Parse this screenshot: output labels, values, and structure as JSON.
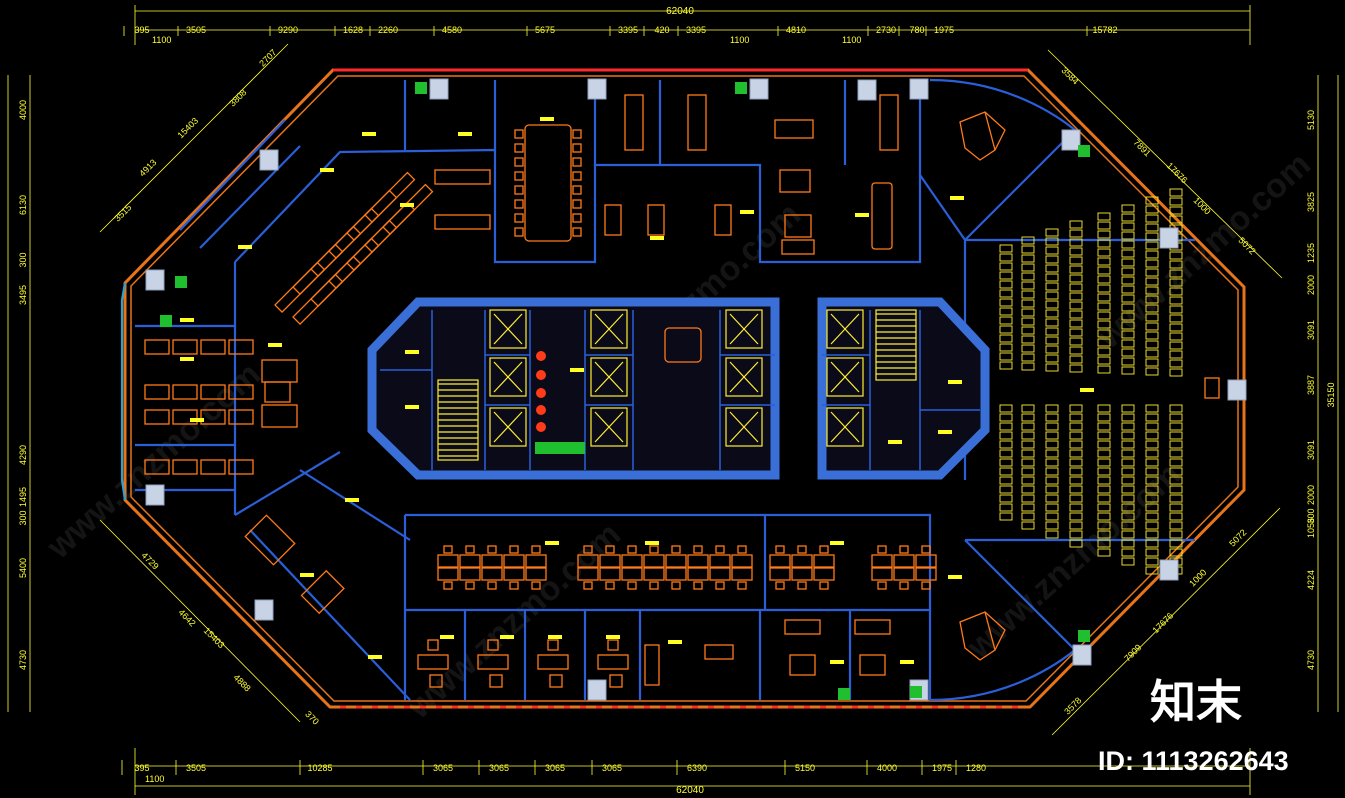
{
  "overall_dimension": "62040",
  "top_dimensions": [
    "395",
    "3505",
    "9290",
    "1628",
    "2260",
    "4580",
    "5675",
    "3395",
    "420",
    "3395",
    "4810",
    "2730",
    "780",
    "1975",
    "15782"
  ],
  "top_sub_dimensions": [
    "1100",
    "1100",
    "1100"
  ],
  "bottom_dimensions": [
    "395",
    "3505",
    "10285",
    "3065",
    "3065",
    "3065",
    "3065",
    "6390",
    "5150",
    "4000",
    "1975",
    "1280"
  ],
  "bottom_sub_dimensions": [
    "1100"
  ],
  "left_dimensions": [
    "4000",
    "6130",
    "300",
    "3495",
    "4290",
    "1495",
    "300",
    "5400",
    "4730"
  ],
  "right_dimensions": [
    "5130",
    "3825",
    "1235",
    "2000",
    "3091",
    "3887",
    "3091",
    "2000",
    "300",
    "1056",
    "4224",
    "4730"
  ],
  "right_total": "35150",
  "left_diagonal_upper": [
    "2707",
    "3808",
    "15403",
    "4913",
    "3515"
  ],
  "left_diagonal_lower": [
    "4729",
    "4642",
    "15403",
    "4888",
    "370"
  ],
  "right_diagonal_upper": [
    "3584",
    "7891",
    "17676",
    "1000",
    "5072"
  ],
  "right_diagonal_lower": [
    "5072",
    "1000",
    "17676",
    "7909",
    "3578"
  ],
  "watermark_brand": "知末",
  "watermark_site": "www.znzmo.com",
  "image_id": "ID: 1113262643",
  "colors": {
    "wall_outer": "#e8741a",
    "wall_inner": "#2a5fd8",
    "furniture": "#ff7a1a",
    "dimension": "#ffff33",
    "window": "#ff2a2a",
    "column": "#c8d4e6",
    "plant": "#1fbf2f"
  }
}
